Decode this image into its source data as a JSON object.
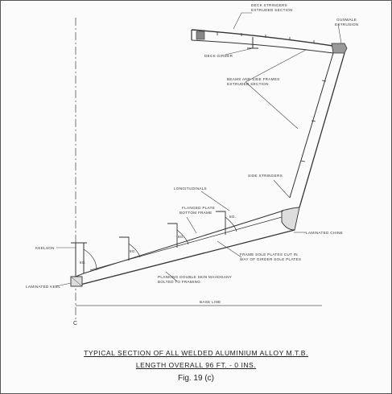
{
  "labels": {
    "deck_stringers": "DECK STRINGERS",
    "extruded_section_top": "EXTRUDED SECTION",
    "gunwale": "GUNWALE",
    "extrusion": "EXTRUSION",
    "deck_girder": "DECK GIRDER",
    "beams_and_side_frames": "BEAMS AND SIDE FRAMES",
    "extruded_section_side": "EXTRUDED SECTION",
    "side_stringers": "SIDE STRINGERS",
    "longitudinals": "LONGITUDINALS",
    "flanged_plate": "FLANGED PLATE",
    "bottom_frame": "BOTTOM FRAME",
    "laminated_chine": "LAMINATED CHINE",
    "frame_sole_1": "FRAME SOLE PLATES CUT IN",
    "frame_sole_2": "WAY OF GIRDER SOLE PLATES",
    "keelson": "KEELSON",
    "planking_1": "PLANKING DOUBLE SKIN MAHOGANY",
    "planking_2": "BOLTED TO FRAMING",
    "laminated_keel": "LAMINATED KEEL",
    "base_line": "BASE LINE",
    "cl_mark": "C",
    "frame_mark_1": "8G.",
    "frame_mark_2": "8G.",
    "frame_mark_3": "8G.",
    "frame_mark_4": "8G."
  },
  "caption": {
    "line1": "TYPICAL SECTION OF ALL WELDED ALUMINIUM ALLOY M.T.B.",
    "line2": "LENGTH OVERALL 96 FT. - 0 INS.",
    "fig": "Fig. 19 (c)"
  },
  "colors": {
    "ink": "#333333",
    "paper": "#fbfbfb"
  }
}
